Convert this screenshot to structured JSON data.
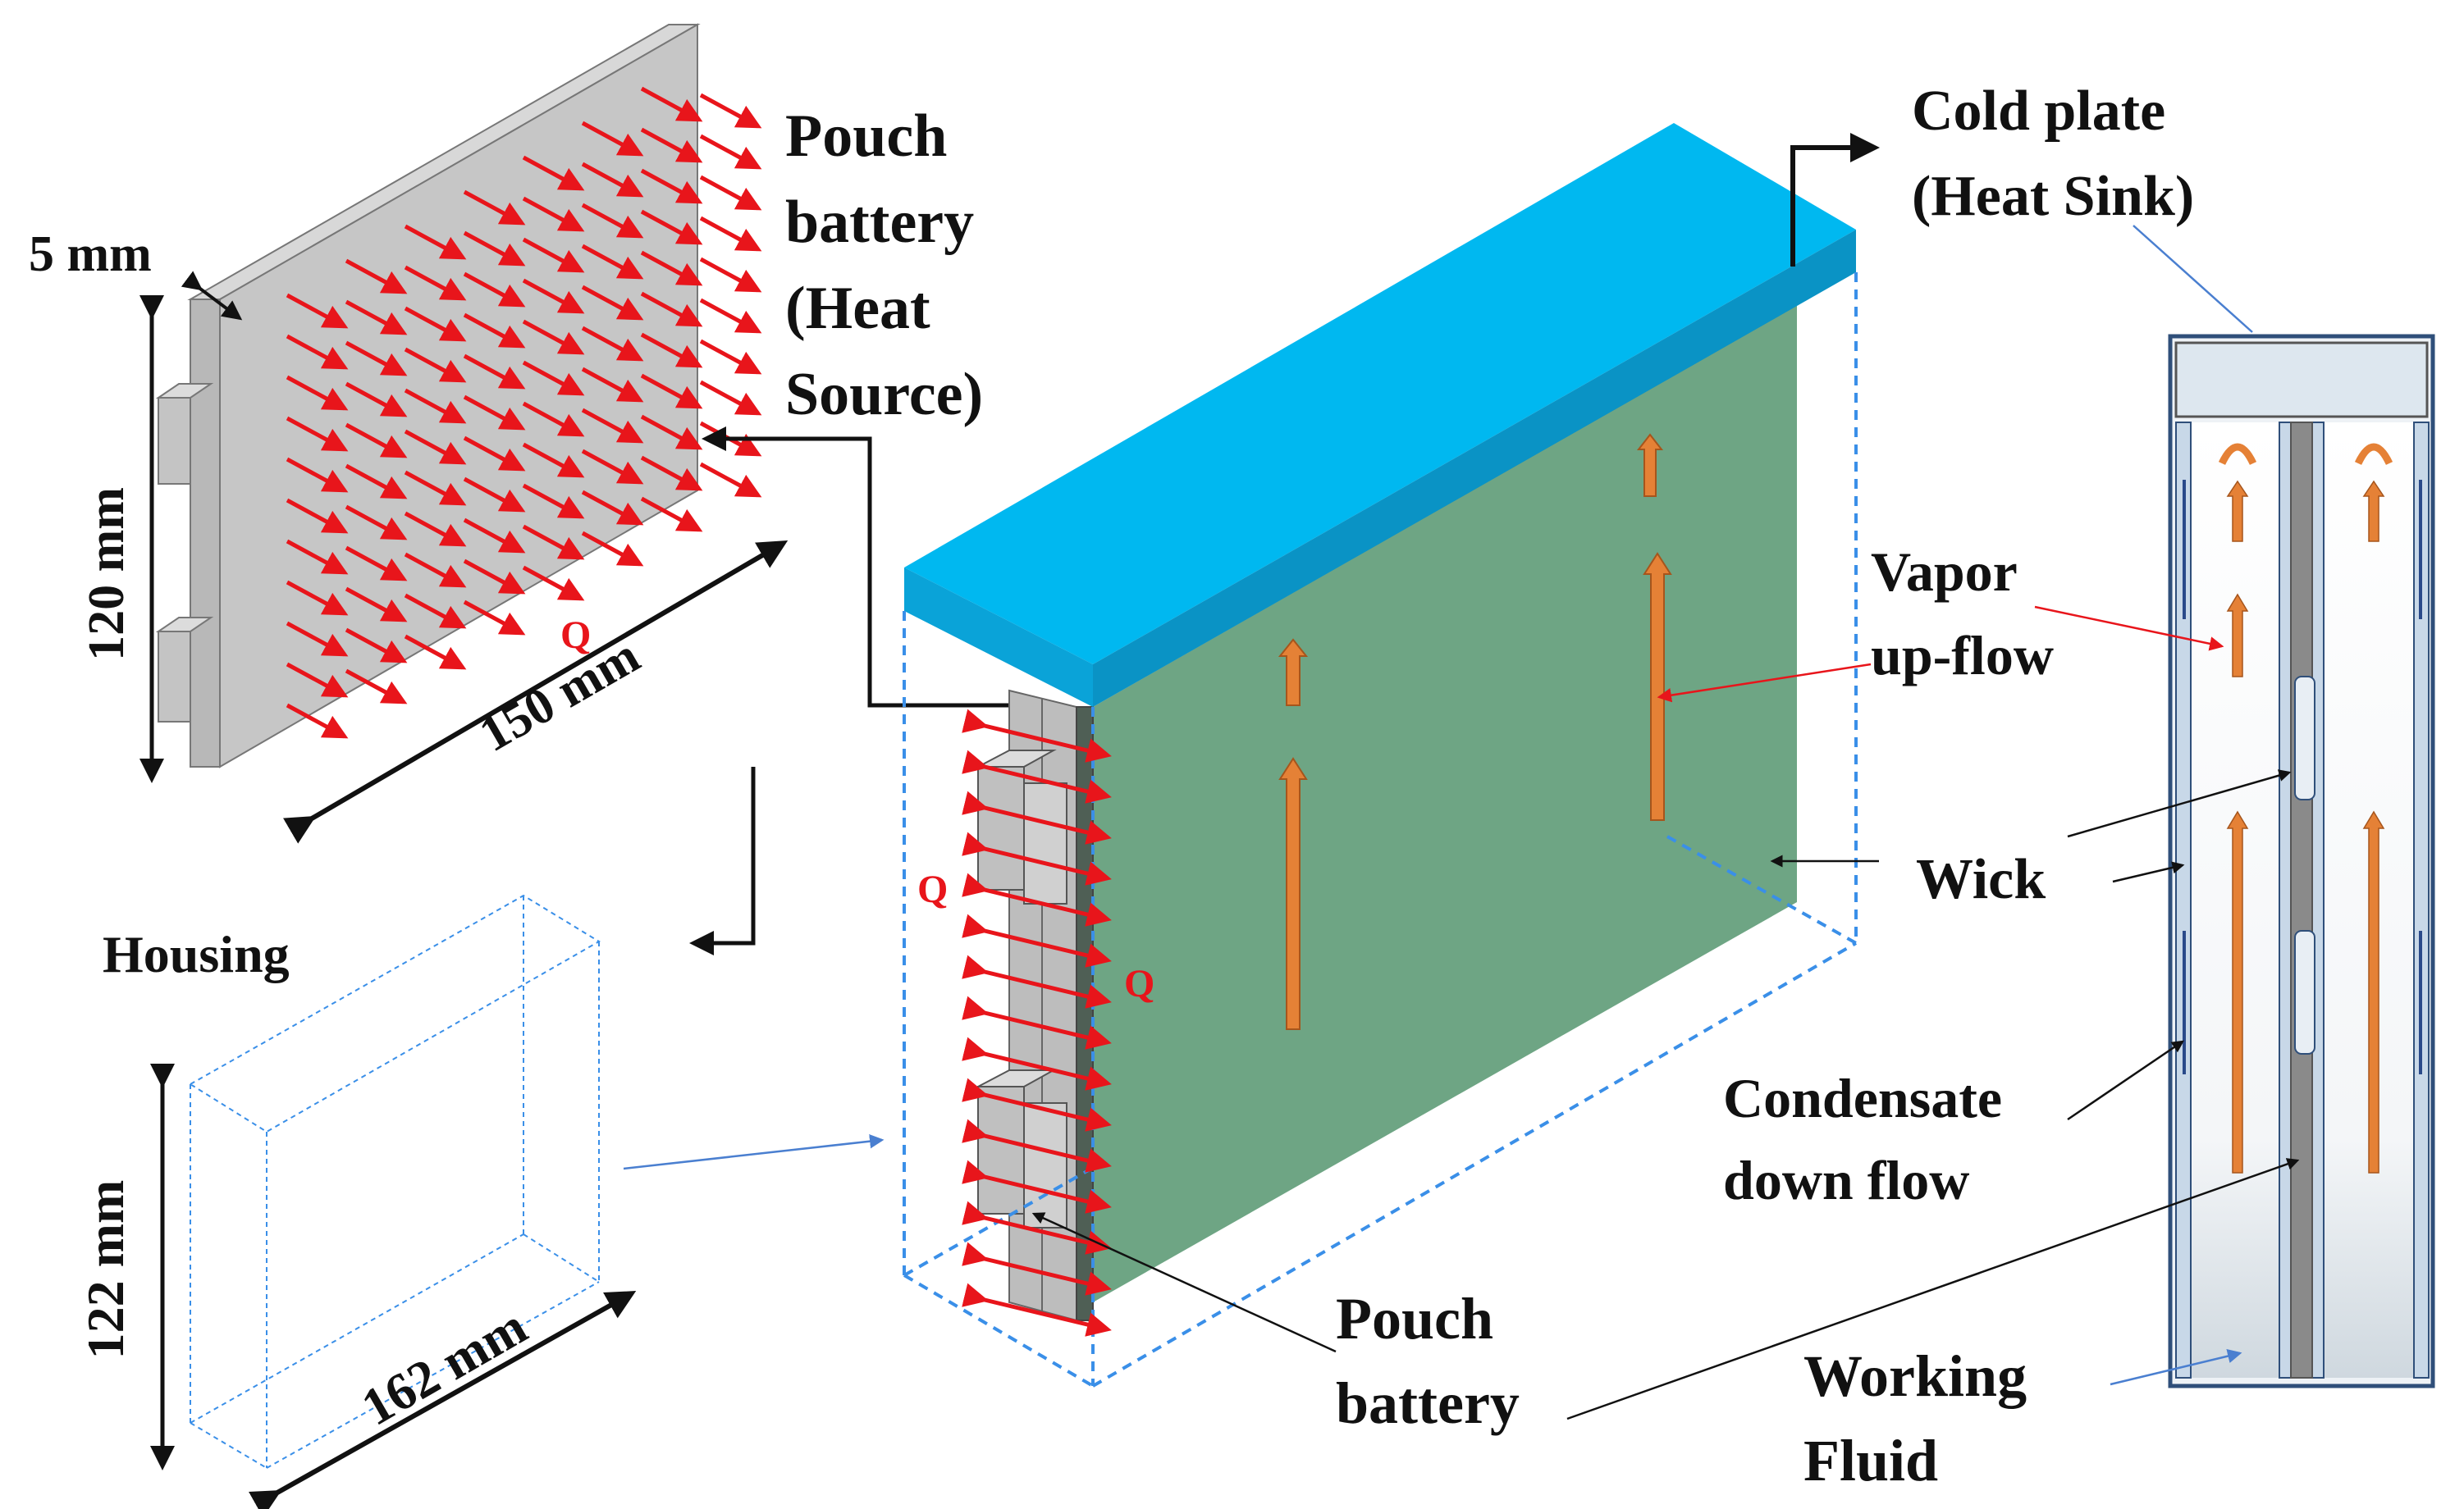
{
  "labels": {
    "pouch_battery_top": [
      "Pouch",
      "battery",
      "(Heat",
      "Source)"
    ],
    "cold_plate": [
      "Cold plate",
      "(Heat Sink)"
    ],
    "dim_thickness": "5 mm",
    "dim_height_battery": "120 mm",
    "dim_width_battery": "150 mm",
    "heat_q": "Q",
    "housing": "Housing",
    "dim_height_housing": "122 mm",
    "dim_width_housing": "162 mm",
    "vapor": [
      "Vapor",
      "up-flow"
    ],
    "wick": "Wick",
    "condensate": [
      "Condensate",
      "down flow"
    ],
    "working_fluid": [
      "Working",
      "Fluid"
    ],
    "pouch_battery_bottom": [
      "Pouch",
      "battery"
    ]
  },
  "colors": {
    "heat_arrow": "#e8151b",
    "cold_plate_top": "#00b8f0",
    "cold_plate_side": "#0aa0d4",
    "heat_pipe_body": "#6ea584",
    "vapor_arrow": "#e58136",
    "battery_gray": "#c8c8c8",
    "housing_dash": "#3a8fe8",
    "wick_outline": "#2f4f7a"
  }
}
